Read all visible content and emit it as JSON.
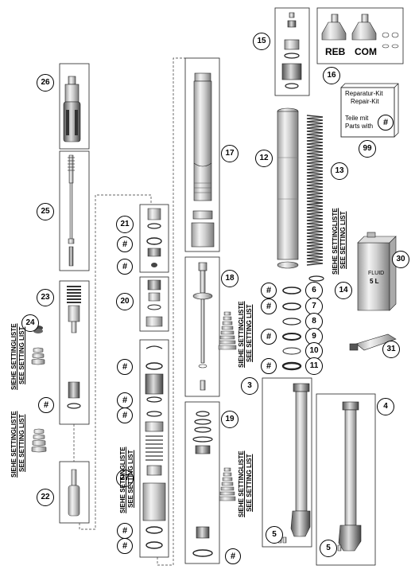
{
  "callouts": {
    "c3": "3",
    "c4": "4",
    "c5a": "5",
    "c5b": "5",
    "c6": "6",
    "c7": "7",
    "c8": "8",
    "c9": "9",
    "c10": "10",
    "c11": "11",
    "c12": "12",
    "c13": "13",
    "c14": "14",
    "c15": "15",
    "c16": "16",
    "c17": "17",
    "c18": "18",
    "c19": "19",
    "c20": "20",
    "c21": "21",
    "c22": "22",
    "c23": "23",
    "c24": "24",
    "c25": "25",
    "c26": "26",
    "c27": "27",
    "c30": "30",
    "c31": "31",
    "c99": "99"
  },
  "hash_symbol": "#",
  "labels": {
    "reb": "REB",
    "com": "COM",
    "setting_de": "SIEHE SETTINGLISTE",
    "setting_en": "SEE SETTING LIST"
  },
  "repair_kit": {
    "line1": "Reparatur-Kit",
    "line2": "Repair-Kit",
    "line3": "Teile mit",
    "line4": "Parts with"
  },
  "fluid_can": {
    "line1": "FLUID",
    "line2": "5 L"
  }
}
